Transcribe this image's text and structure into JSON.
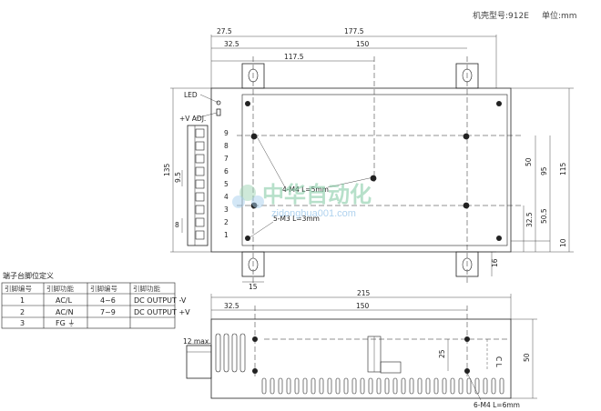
{
  "header": {
    "model": "机壳型号:912E",
    "unit": "单位:mm"
  },
  "top_view": {
    "dims_top": [
      "27.5",
      "177.5",
      "32.5",
      "150",
      "117.5"
    ],
    "dims_left": [
      "135",
      "9.5",
      "8"
    ],
    "dims_right": [
      "50",
      "95",
      "115",
      "50.5",
      "32.5",
      "10"
    ],
    "dims_bottom": [
      "15",
      "16"
    ],
    "labels": {
      "led": "LED",
      "vadj": "+V ADJ.",
      "m4": "4-M4 L=5mm",
      "m3": "5-M3 L=3mm"
    },
    "terminal_numbers": [
      "9",
      "8",
      "7",
      "6",
      "5",
      "4",
      "3",
      "2",
      "1"
    ]
  },
  "watermark": {
    "cn": "中华自动化",
    "url": "zidonghua001.com"
  },
  "pin_table": {
    "title": "端子台脚位定义",
    "headers": [
      "引脚编号",
      "引脚功能",
      "引脚编号",
      "引脚功能"
    ],
    "rows": [
      [
        "1",
        "AC/L",
        "4~6",
        "DC OUTPUT -V"
      ],
      [
        "2",
        "AC/N",
        "7~9",
        "DC OUTPUT +V"
      ],
      [
        "3",
        "FG ⏚",
        "",
        ""
      ]
    ]
  },
  "side_view": {
    "dims_top": [
      "215",
      "32.5",
      "150"
    ],
    "dims_right": [
      "25",
      "50"
    ],
    "center_label": "C L",
    "max_label": "12 max.",
    "screw_label": "6-M4 L=6mm"
  }
}
